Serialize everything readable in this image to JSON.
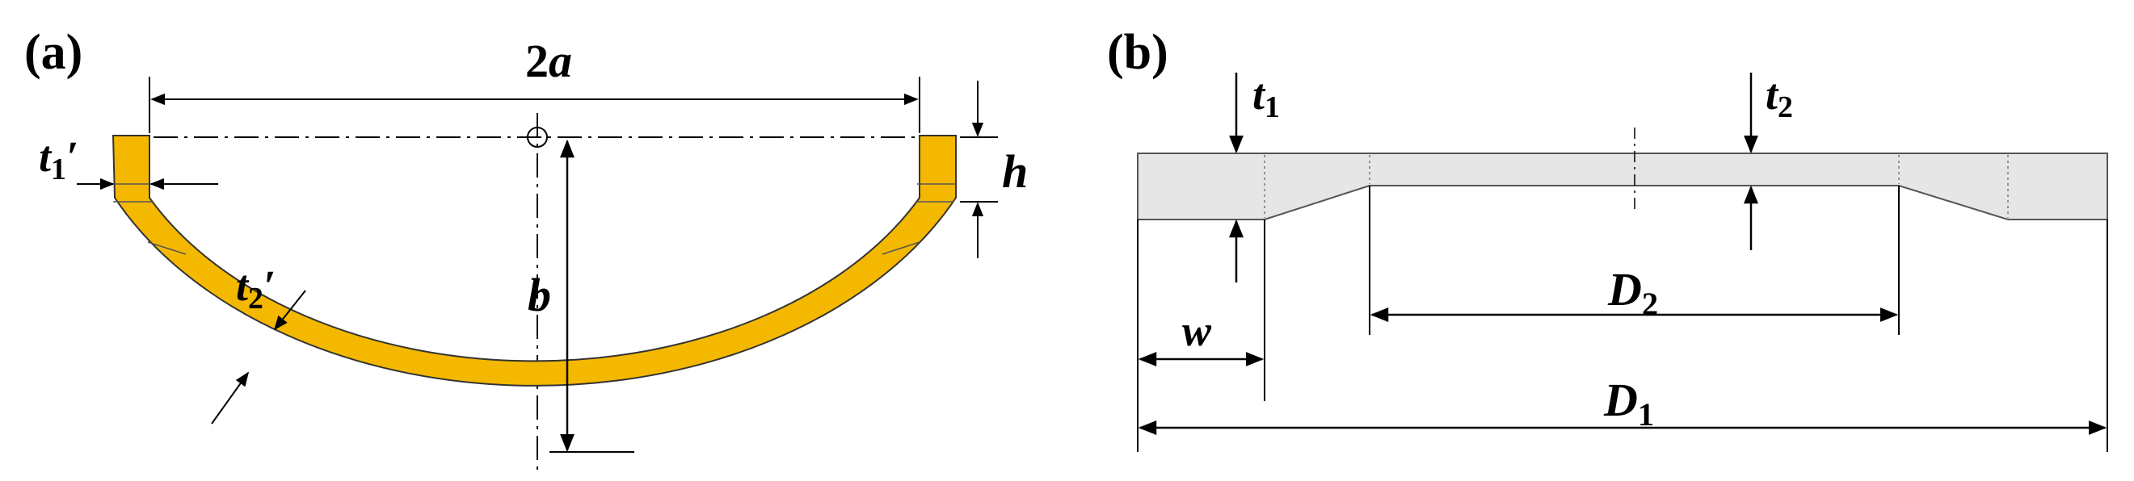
{
  "panel_a": {
    "label": "(a)",
    "dims": {
      "width": {
        "main": "2",
        "italic": "a"
      },
      "depth": {
        "main": "b"
      },
      "flange_height": {
        "main": "h"
      },
      "t1p": {
        "main": "t",
        "sub": "1",
        "prime": "′"
      },
      "t2p": {
        "main": "t",
        "sub": "2",
        "prime": "′"
      }
    }
  },
  "panel_b": {
    "label": "(b)",
    "dims": {
      "t1": {
        "main": "t",
        "sub": "1"
      },
      "t2": {
        "main": "t",
        "sub": "2"
      },
      "D2": {
        "main": "D",
        "sub": "2"
      },
      "w": {
        "main": "w"
      },
      "D1": {
        "main": "D",
        "sub": "1"
      }
    }
  },
  "colors": {
    "shell_fill": "#F5B800",
    "blank_fill": "#E6E6E6",
    "line": "#000000"
  }
}
